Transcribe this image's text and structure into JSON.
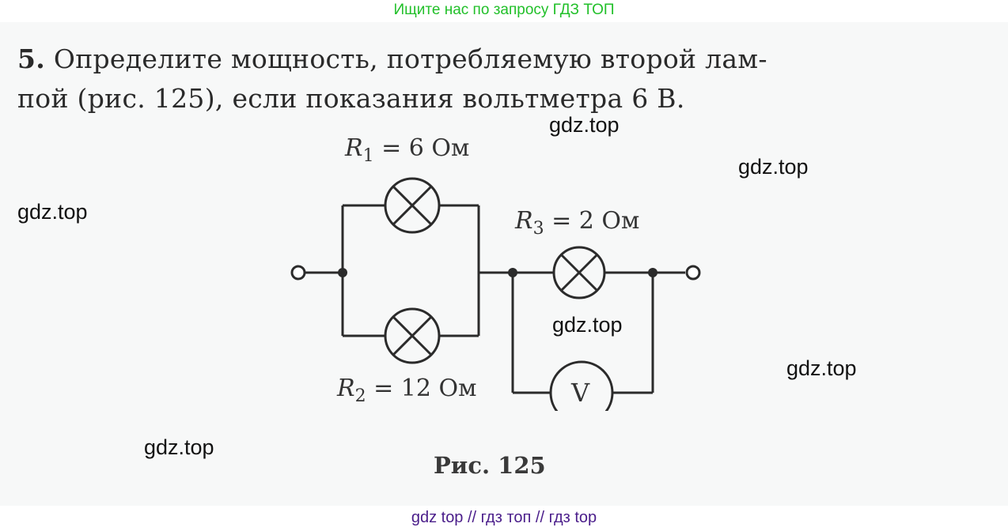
{
  "top_banner": "Ищите нас по запросу ГДЗ ТОП",
  "problem": {
    "number": "5.",
    "line1": "Определите мощность, потребляемую второй лам-",
    "line2": "пой (рис. 125), если показания вольтметра 6 В."
  },
  "circuit": {
    "r1": {
      "sym": "R",
      "sub": "1",
      "value": " = 6 Ом"
    },
    "r2": {
      "sym": "R",
      "sub": "2",
      "value": " = 12 Ом"
    },
    "r3": {
      "sym": "R",
      "sub": "3",
      "value": " = 2 Ом"
    },
    "voltmeter_label": "V"
  },
  "caption": "Рис. 125",
  "watermarks": [
    "gdz.top",
    "gdz.top",
    "gdz.top",
    "gdz.top",
    "gdz.top",
    "gdz.top"
  ],
  "footer": "gdz top  //  гдз топ  //  гдз top"
}
